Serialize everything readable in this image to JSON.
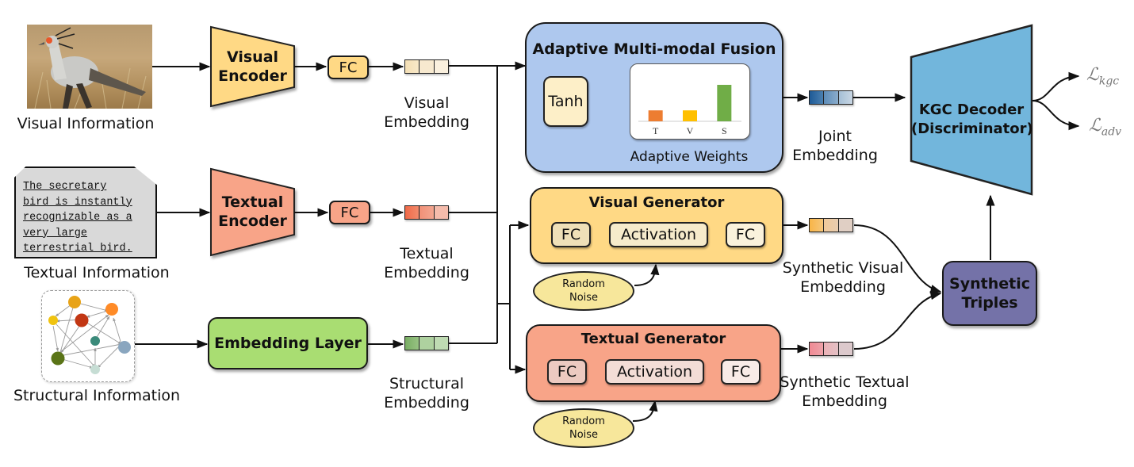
{
  "inputs": {
    "visual": {
      "label": "Visual Information",
      "image": "secretary-bird-photo"
    },
    "textual": {
      "label": "Textual Information",
      "lines": [
        "The secretary",
        "bird is instantly",
        "recognizable as a",
        "very large",
        "terrestrial bird."
      ]
    },
    "structural": {
      "label": "Structural Information",
      "image": "knowledge-graph"
    }
  },
  "encoders": {
    "visual": {
      "line1": "Visual",
      "line2": "Encoder",
      "fc": "FC"
    },
    "textual": {
      "line1": "Textual",
      "line2": "Encoder",
      "fc": "FC"
    },
    "structural": {
      "label": "Embedding Layer"
    }
  },
  "embeddings": {
    "visual": {
      "line1": "Visual",
      "line2": "Embedding"
    },
    "textual": {
      "line1": "Textual",
      "line2": "Embedding"
    },
    "structural": {
      "line1": "Structural",
      "line2": "Embedding"
    },
    "joint": {
      "line1": "Joint",
      "line2": "Embedding"
    },
    "synthetic_visual": {
      "line1": "Synthetic Visual",
      "line2": "Embedding"
    },
    "synthetic_textual": {
      "line1": "Synthetic Textual",
      "line2": "Embedding"
    }
  },
  "fusion": {
    "title": "Adaptive Multi-modal Fusion",
    "tanh": "Tanh",
    "weights_caption": "Adaptive Weights",
    "weights": [
      {
        "label": "T",
        "value": 0.3,
        "color": "#ed7d31"
      },
      {
        "label": "V",
        "value": 0.3,
        "color": "#ffc000"
      },
      {
        "label": "S",
        "value": 1.0,
        "color": "#70ad47"
      }
    ]
  },
  "generators": {
    "visual": {
      "title": "Visual Generator",
      "fc1": "FC",
      "activation": "Activation",
      "fc2": "FC",
      "noise_line1": "Random",
      "noise_line2": "Noise"
    },
    "textual": {
      "title": "Textual Generator",
      "fc1": "FC",
      "activation": "Activation",
      "fc2": "FC",
      "noise_line1": "Random",
      "noise_line2": "Noise"
    }
  },
  "synthetic_triples": {
    "line1": "Synthetic",
    "line2": "Triples"
  },
  "decoder": {
    "line1": "KGC Decoder",
    "line2": "(Discriminator)"
  },
  "losses": [
    {
      "symbol": "ℒ",
      "subscript": "kgc"
    },
    {
      "symbol": "ℒ",
      "subscript": "adv"
    }
  ],
  "colors": {
    "visual": "#ffd985",
    "textual": "#f8a488",
    "structural": "#a9dd72",
    "fusion": "#aec8ee",
    "decoder": "#72b6dc",
    "triples": "#7472a8",
    "noise": "#f7e79b"
  }
}
